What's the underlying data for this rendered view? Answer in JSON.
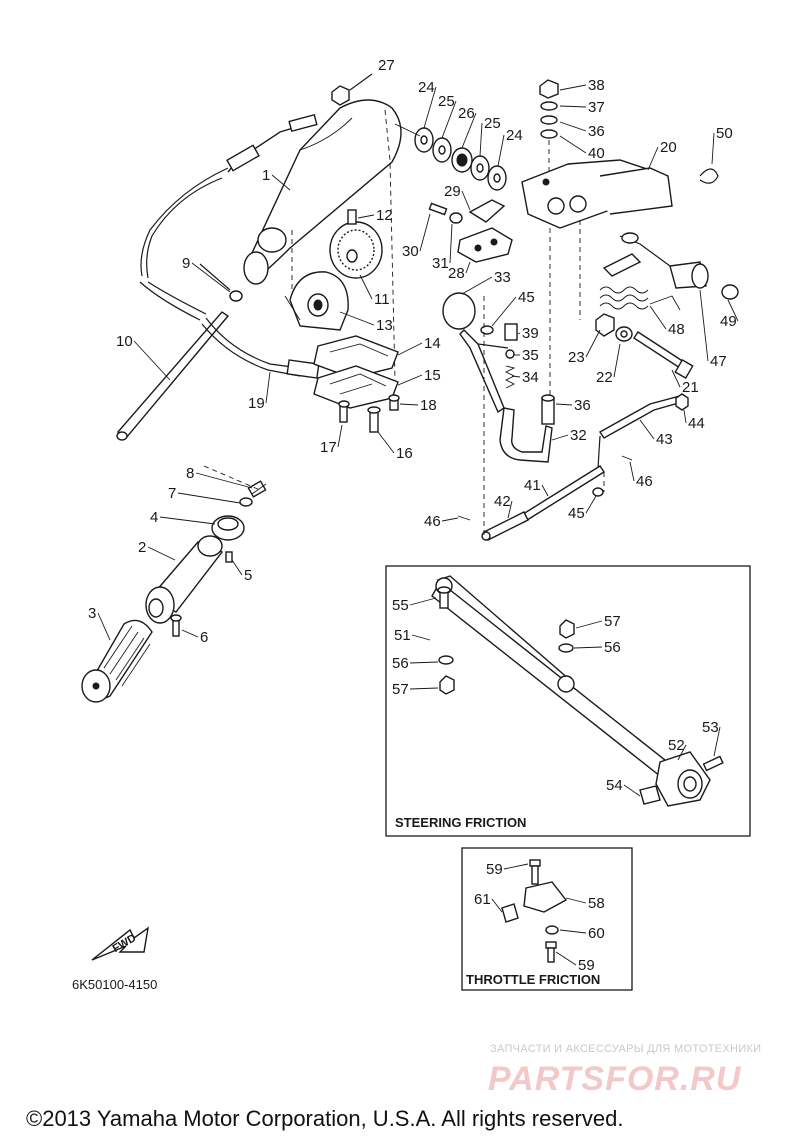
{
  "diagram": {
    "callouts": [
      {
        "id": "c1",
        "text": "1"
      },
      {
        "id": "c2",
        "text": "2"
      },
      {
        "id": "c3",
        "text": "3"
      },
      {
        "id": "c4",
        "text": "4"
      },
      {
        "id": "c5",
        "text": "5"
      },
      {
        "id": "c6",
        "text": "6"
      },
      {
        "id": "c7",
        "text": "7"
      },
      {
        "id": "c8",
        "text": "8"
      },
      {
        "id": "c9",
        "text": "9"
      },
      {
        "id": "c10",
        "text": "10"
      },
      {
        "id": "c11",
        "text": "11"
      },
      {
        "id": "c12",
        "text": "12"
      },
      {
        "id": "c13",
        "text": "13"
      },
      {
        "id": "c14",
        "text": "14"
      },
      {
        "id": "c15",
        "text": "15"
      },
      {
        "id": "c16",
        "text": "16"
      },
      {
        "id": "c17",
        "text": "17"
      },
      {
        "id": "c18",
        "text": "18"
      },
      {
        "id": "c19",
        "text": "19"
      },
      {
        "id": "c20",
        "text": "20"
      },
      {
        "id": "c21",
        "text": "21"
      },
      {
        "id": "c22",
        "text": "22"
      },
      {
        "id": "c23",
        "text": "23"
      },
      {
        "id": "c24a",
        "text": "24"
      },
      {
        "id": "c24b",
        "text": "24"
      },
      {
        "id": "c25a",
        "text": "25"
      },
      {
        "id": "c25b",
        "text": "25"
      },
      {
        "id": "c26",
        "text": "26"
      },
      {
        "id": "c27",
        "text": "27"
      },
      {
        "id": "c28",
        "text": "28"
      },
      {
        "id": "c29",
        "text": "29"
      },
      {
        "id": "c30",
        "text": "30"
      },
      {
        "id": "c31",
        "text": "31"
      },
      {
        "id": "c32",
        "text": "32"
      },
      {
        "id": "c33",
        "text": "33"
      },
      {
        "id": "c34",
        "text": "34"
      },
      {
        "id": "c35",
        "text": "35"
      },
      {
        "id": "c36a",
        "text": "36"
      },
      {
        "id": "c36b",
        "text": "36"
      },
      {
        "id": "c37",
        "text": "37"
      },
      {
        "id": "c38",
        "text": "38"
      },
      {
        "id": "c39",
        "text": "39"
      },
      {
        "id": "c40",
        "text": "40"
      },
      {
        "id": "c41",
        "text": "41"
      },
      {
        "id": "c42",
        "text": "42"
      },
      {
        "id": "c43",
        "text": "43"
      },
      {
        "id": "c44",
        "text": "44"
      },
      {
        "id": "c45a",
        "text": "45"
      },
      {
        "id": "c45b",
        "text": "45"
      },
      {
        "id": "c46a",
        "text": "46"
      },
      {
        "id": "c46b",
        "text": "46"
      },
      {
        "id": "c47",
        "text": "47"
      },
      {
        "id": "c48",
        "text": "48"
      },
      {
        "id": "c49",
        "text": "49"
      },
      {
        "id": "c50",
        "text": "50"
      },
      {
        "id": "c51",
        "text": "51"
      },
      {
        "id": "c52",
        "text": "52"
      },
      {
        "id": "c53",
        "text": "53"
      },
      {
        "id": "c54",
        "text": "54"
      },
      {
        "id": "c55",
        "text": "55"
      },
      {
        "id": "c56a",
        "text": "56"
      },
      {
        "id": "c56b",
        "text": "56"
      },
      {
        "id": "c57a",
        "text": "57"
      },
      {
        "id": "c57b",
        "text": "57"
      },
      {
        "id": "c58",
        "text": "58"
      },
      {
        "id": "c59a",
        "text": "59"
      },
      {
        "id": "c59b",
        "text": "59"
      },
      {
        "id": "c60",
        "text": "60"
      },
      {
        "id": "c61",
        "text": "61"
      }
    ],
    "steering_box_label": "STEERING FRICTION",
    "throttle_box_label": "THROTTLE FRICTION",
    "fwd_label": "FWD",
    "diagram_code": "6K50100-4150"
  },
  "watermark": {
    "tagline": "ЗАПЧАСТИ И АКСЕССУАРЫ ДЛЯ МОТОТЕХНИКИ",
    "brand": "PARTSFOR.RU",
    "brand_color": "#e8a0a0"
  },
  "footer": {
    "copyright": "©2013 Yamaha Motor Corporation, U.S.A. All rights reserved."
  }
}
